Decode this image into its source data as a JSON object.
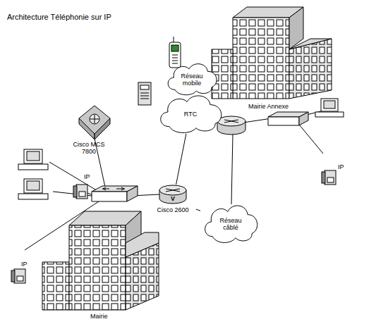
{
  "diagram": {
    "title": "Architecture Téléphonie sur IP",
    "nodes": [
      {
        "text": [
          "Réseau mobile"
        ]
      },
      {
        "text": [
          "RTC"
        ]
      },
      {
        "text": [
          "V",
          "Cisco 2600"
        ]
      },
      {
        "text": [
          "Réseau câblé"
        ]
      }
    ],
    "edges": [
      {
        "from": 2,
        "to": 1,
        "arrow": "none"
      },
      {
        "from": 2,
        "to": 3,
        "arrow": "none"
      }
    ],
    "labels": [
      "Mairie Annexe",
      "Cisco MCS 7800",
      "IP",
      "IP",
      "IP",
      "Mairie"
    ]
  }
}
